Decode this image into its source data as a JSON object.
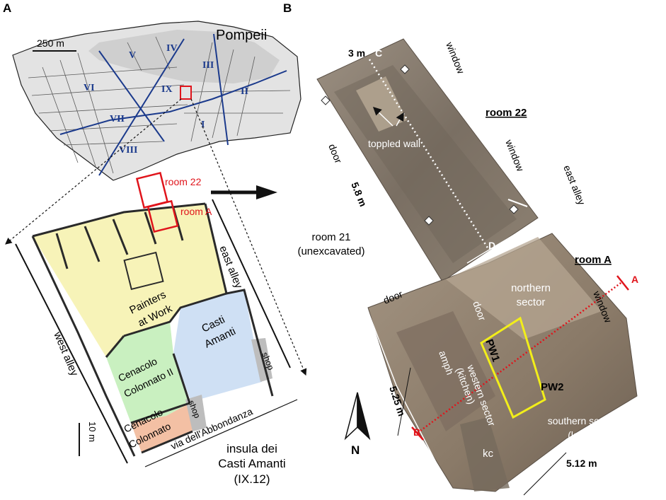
{
  "panels": {
    "a": "A",
    "b": "B"
  },
  "city": {
    "title": "Pompeii",
    "scale": "250 m",
    "regions": [
      "I",
      "II",
      "III",
      "IV",
      "V",
      "VI",
      "VII",
      "VIII",
      "IX"
    ]
  },
  "plan": {
    "room22": "room 22",
    "roomA": "room A",
    "east_alley": "east alley",
    "west_alley": "west alley",
    "painters_1": "Painters",
    "painters_2": "at Work",
    "casti_1": "Casti",
    "casti_2": "Amanti",
    "cen2_1": "Cenacolo",
    "cen2_2": "Colonnato II",
    "cen_1": "Cenacolo",
    "cen_2": "Colonnato",
    "shop1": "shop",
    "shop2": "shop",
    "scale": "10 m",
    "via": "via dell'Abbondanza",
    "insula_1": "insula dei",
    "insula_2": "Casti Amanti",
    "insula_3": "(IX.12)"
  },
  "photo": {
    "dim_3m": "3 m",
    "pt_c": "C",
    "pt_d": "D",
    "window1": "window",
    "window2": "window",
    "window3": "window",
    "room22": "room 22",
    "toppled_1": "toppled wall",
    "door1": "door",
    "dim_58": "5.8 m",
    "east_alley": "east alley",
    "room21_1": "room 21",
    "room21_2": "(unexcavated)",
    "roomA": "room A",
    "northern_1": "northern",
    "northern_2": "sector",
    "door2": "door",
    "door3": "door",
    "pt_a": "A",
    "pt_b": "B",
    "pw1": "PW1",
    "pw2": "PW2",
    "amph": "amph",
    "western_1": "western sector",
    "western_2": "(kitchen)",
    "southern_1": "southern sector",
    "southern_2": "(latrine)",
    "dim_525": "5.25 m",
    "dim_512": "5.12 m",
    "kc": "kc",
    "north": "N"
  },
  "colors": {
    "region_line": "#1b3a8c",
    "highlight": "#e0141b",
    "painters": "#f7f3b8",
    "casti": "#cfe0f4",
    "cenacolo2": "#c9f0c0",
    "cenacolo": "#f3c0a4",
    "photo_soil": "#8a7c6c",
    "pw_box": "#f2ee1a"
  }
}
